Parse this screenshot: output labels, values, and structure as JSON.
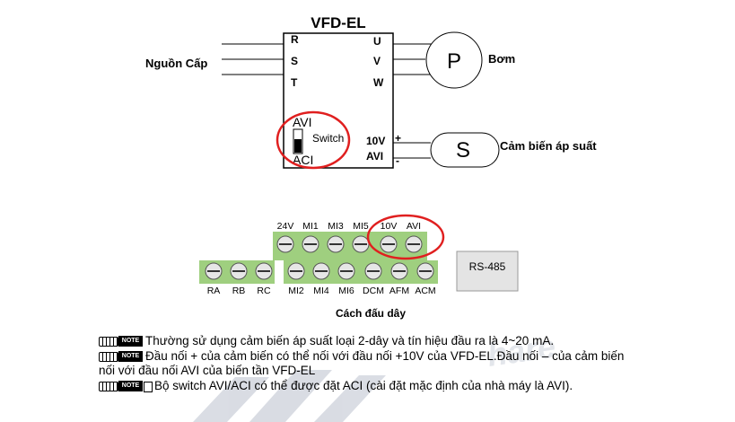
{
  "vfd": {
    "title": "VFD-EL",
    "inputs": [
      "R",
      "S",
      "T"
    ],
    "outputs": [
      "U",
      "V",
      "W"
    ],
    "switch_top": "AVI",
    "switch_bottom": "ACI",
    "switch_label": "Switch",
    "terminal_10v": "10V",
    "terminal_avi": "AVI",
    "plus": "+",
    "minus": "-"
  },
  "source_label": "Nguồn Cấp",
  "pump": {
    "symbol": "P",
    "label": "Bơm"
  },
  "sensor": {
    "symbol": "S",
    "label": "Cảm biến áp suất"
  },
  "terminal_block": {
    "top_row": [
      "24V",
      "MI1",
      "MI3",
      "MI5",
      "10V",
      "AVI"
    ],
    "bottom_left": [
      "RA",
      "RB",
      "RC"
    ],
    "bottom_right": [
      "MI2",
      "MI4",
      "MI6",
      "DCM",
      "AFM",
      "ACM"
    ],
    "rs485": "RS-485"
  },
  "caption": "Cách đấu dây",
  "note_icon_text": "NOTE",
  "notes": [
    "Thường sử dụng cảm biến áp suất loại 2-dây và tín hiệu đầu ra là 4~20 mA.",
    "Đầu nối + của cảm biến có thể nối với đầu nối +10V của VFD-EL.Đầu nối – của cảm biến",
    "nối với đầu nối AVI của biến tần VFD-EL",
    "Bộ switch AVI/ACI có thể được đặt ACI (cài đặt mặc định của nhà máy là AVI)."
  ],
  "colors": {
    "terminal_green": "#9fcf7f",
    "highlight_red": "#e01f1f",
    "watermark": "#c8ccd6"
  }
}
